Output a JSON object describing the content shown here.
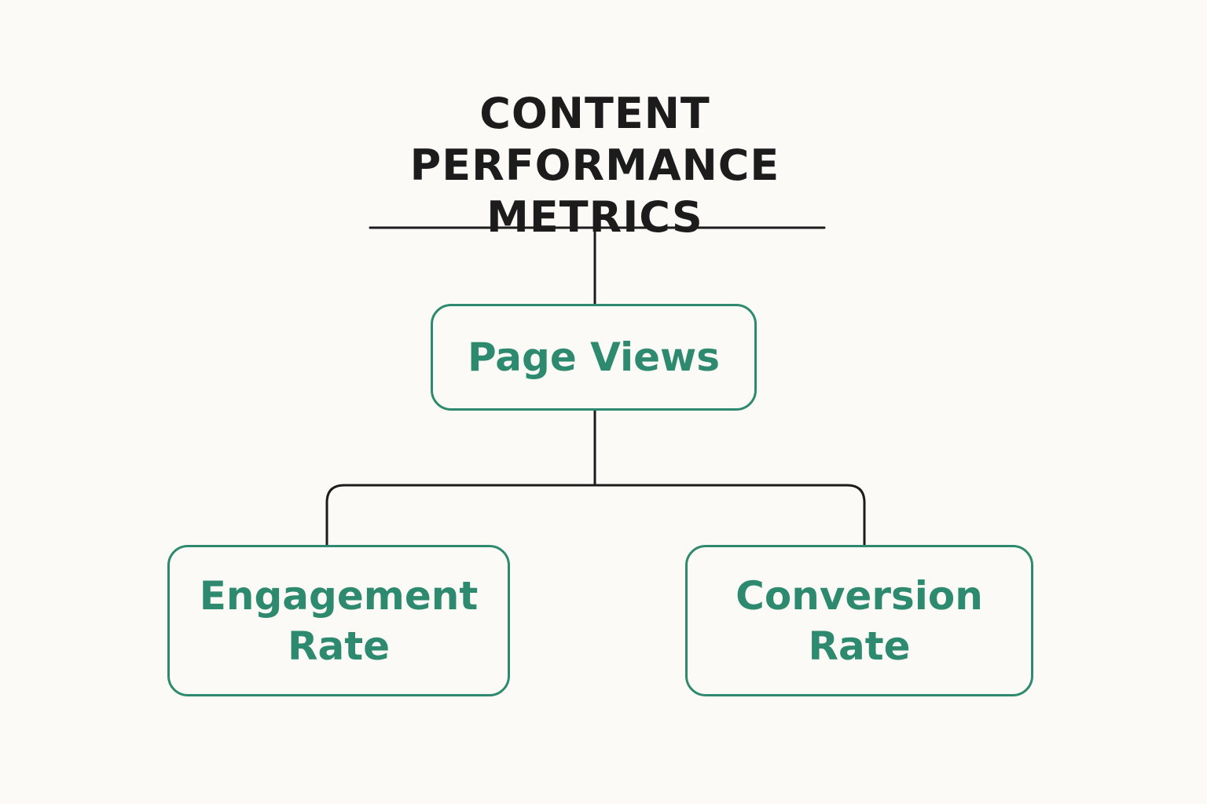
{
  "title": {
    "line1": "CONTENT PERFORMANCE",
    "line2": "METRICS"
  },
  "nodes": {
    "root": {
      "label": "Page Views"
    },
    "left": {
      "line1": "Engagement",
      "line2": "Rate"
    },
    "right": {
      "line1": "Conversion",
      "line2": "Rate"
    }
  },
  "colors": {
    "background": "#fcfaf7",
    "title": "#1c1c1c",
    "connector": "#1c1c1c",
    "node_border": "#2e8a6e",
    "node_text": "#2e8a6e"
  }
}
